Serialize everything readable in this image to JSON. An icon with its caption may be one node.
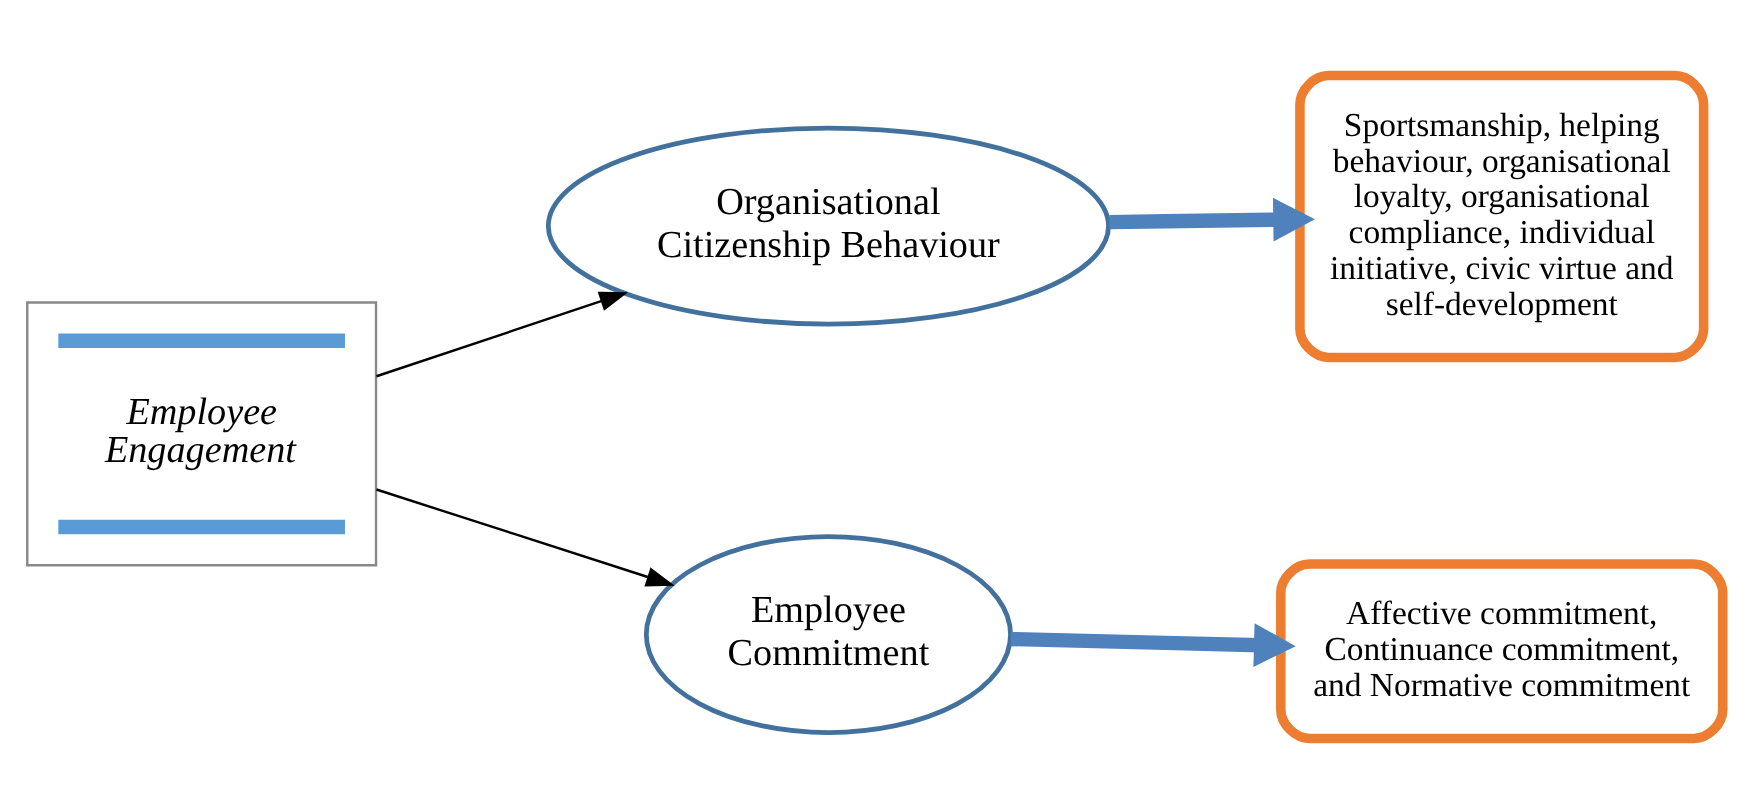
{
  "diagram": {
    "nodes": [
      {
        "text": [
          "Employee Engagement"
        ]
      },
      {
        "text": [
          "Organisational Citizenship Behaviour"
        ]
      },
      {
        "text": [
          "Employee Commitment"
        ]
      },
      {
        "text": [
          "Sportsmanship, helping behaviour, organisational loyalty, organisational compliance, individual initiative, civic virtue and self-development"
        ]
      },
      {
        "text": [
          "Affective commitment, Continuance commitment, and Normative commitment"
        ]
      }
    ],
    "edges": [
      {
        "from": 0,
        "to": 1,
        "arrow": "to"
      },
      {
        "from": 0,
        "to": 2,
        "arrow": "to"
      },
      {
        "from": 1,
        "to": 3,
        "arrow": "to",
        "style": "thick",
        "color": "#4f81bd"
      },
      {
        "from": 2,
        "to": 4,
        "arrow": "to",
        "style": "thick",
        "color": "#4f81bd"
      }
    ]
  }
}
